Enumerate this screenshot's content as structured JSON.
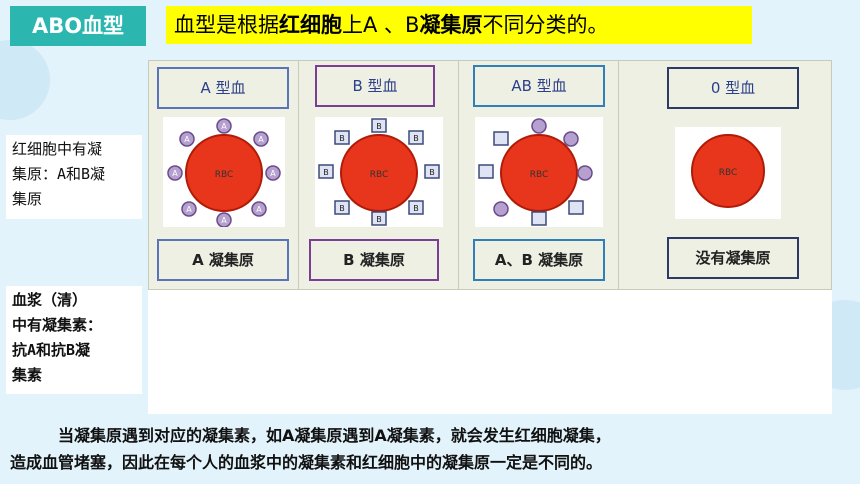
{
  "title_badge": "ABO血型",
  "headline": {
    "part1": "血型是根据",
    "part2": "红细胞",
    "part3": "上A 、B",
    "part4": "凝集原",
    "part5": "不同分类的。"
  },
  "columns": [
    {
      "type_label": "A 型血",
      "antigen_label": "A 凝集原",
      "cell_text": "RBC",
      "marker": "A",
      "border_color": "#5b73b8"
    },
    {
      "type_label": "B 型血",
      "antigen_label": "B 凝集原",
      "cell_text": "RBC",
      "marker": "B",
      "border_color": "#7a3f95"
    },
    {
      "type_label": "AB 型血",
      "antigen_label": "A、B 凝集原",
      "cell_text": "RBC",
      "marker": "AB",
      "border_color": "#2f7fb8"
    },
    {
      "type_label": "0 型血",
      "antigen_label": "没有凝集原",
      "cell_text": "RBC",
      "marker": "",
      "border_color": "#2c3a66"
    }
  ],
  "side_notes": {
    "rbc_note": [
      "红细胞中有凝",
      "集原：A和B凝",
      "集原"
    ],
    "plasma_note": [
      "血浆（清）",
      "中有凝集素：",
      "抗A和抗B凝",
      "集素"
    ]
  },
  "bottom_text": {
    "line1": "　　　当凝集原遇到对应的凝集素，如A凝集原遇到A凝集素，就会发生红细胞凝集，",
    "line2": "造成血管堵塞，因此在每个人的血浆中的凝集素和红细胞中的凝集原一定是不同的。"
  },
  "colors": {
    "badge": "#2bb7b0",
    "headline_bg": "#ffff00",
    "cell_red": "#e8361c",
    "antigen_a": "#b6a0cf"
  }
}
